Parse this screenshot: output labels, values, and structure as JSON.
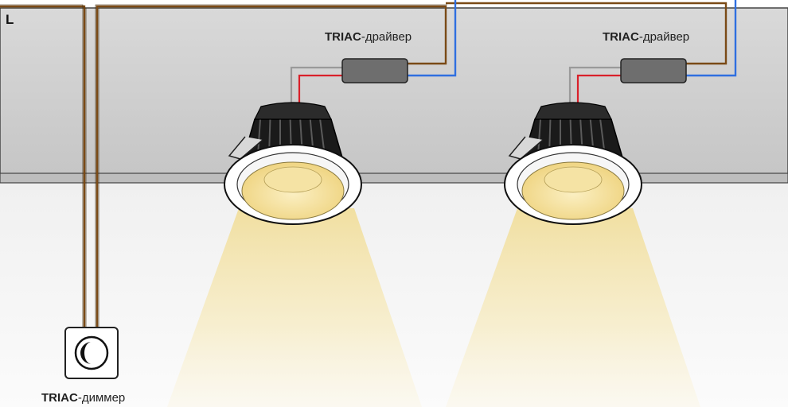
{
  "line_label": "L",
  "drivers": [
    {
      "prefix": "TRIAC",
      "suffix": "-драйвер"
    },
    {
      "prefix": "TRIAC",
      "suffix": "-драйвер"
    }
  ],
  "dimmer": {
    "prefix": "TRIAC",
    "suffix": "-диммер"
  },
  "colors": {
    "ceiling": "#cfcfcf",
    "wall": "#f2f2f2",
    "wire_brown": "#7a4a16",
    "wire_blue": "#2f6fe0",
    "wire_red": "#d9202a",
    "wire_grey": "#9a9a9a",
    "driver_body": "#6e6e6e",
    "light_beam": "#f6e7b0",
    "lens": "#f3dc8e"
  },
  "icons": [
    "dimmer-knob-icon",
    "downlight-icon"
  ]
}
